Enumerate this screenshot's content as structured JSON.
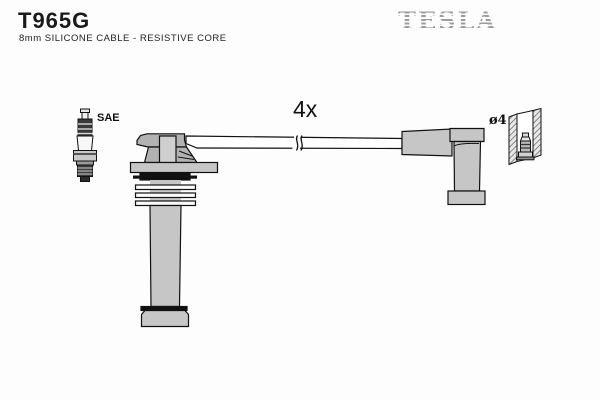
{
  "header": {
    "part_number": "T965G",
    "description": "8mm SILICONE CABLE - RESISTIVE CORE",
    "brand_logo": "TESLA"
  },
  "annotations": {
    "spark_plug_standard": "SAE",
    "quantity": "4x",
    "terminal_diameter": "ø4"
  },
  "colors": {
    "ink": "#111111",
    "boot_gray": "#c6c6c6",
    "boot_dark_gray": "#b2b2b2",
    "rib_black": "#111111",
    "logo_gray": "#9c9c9c",
    "background": "#fdfdfd"
  }
}
